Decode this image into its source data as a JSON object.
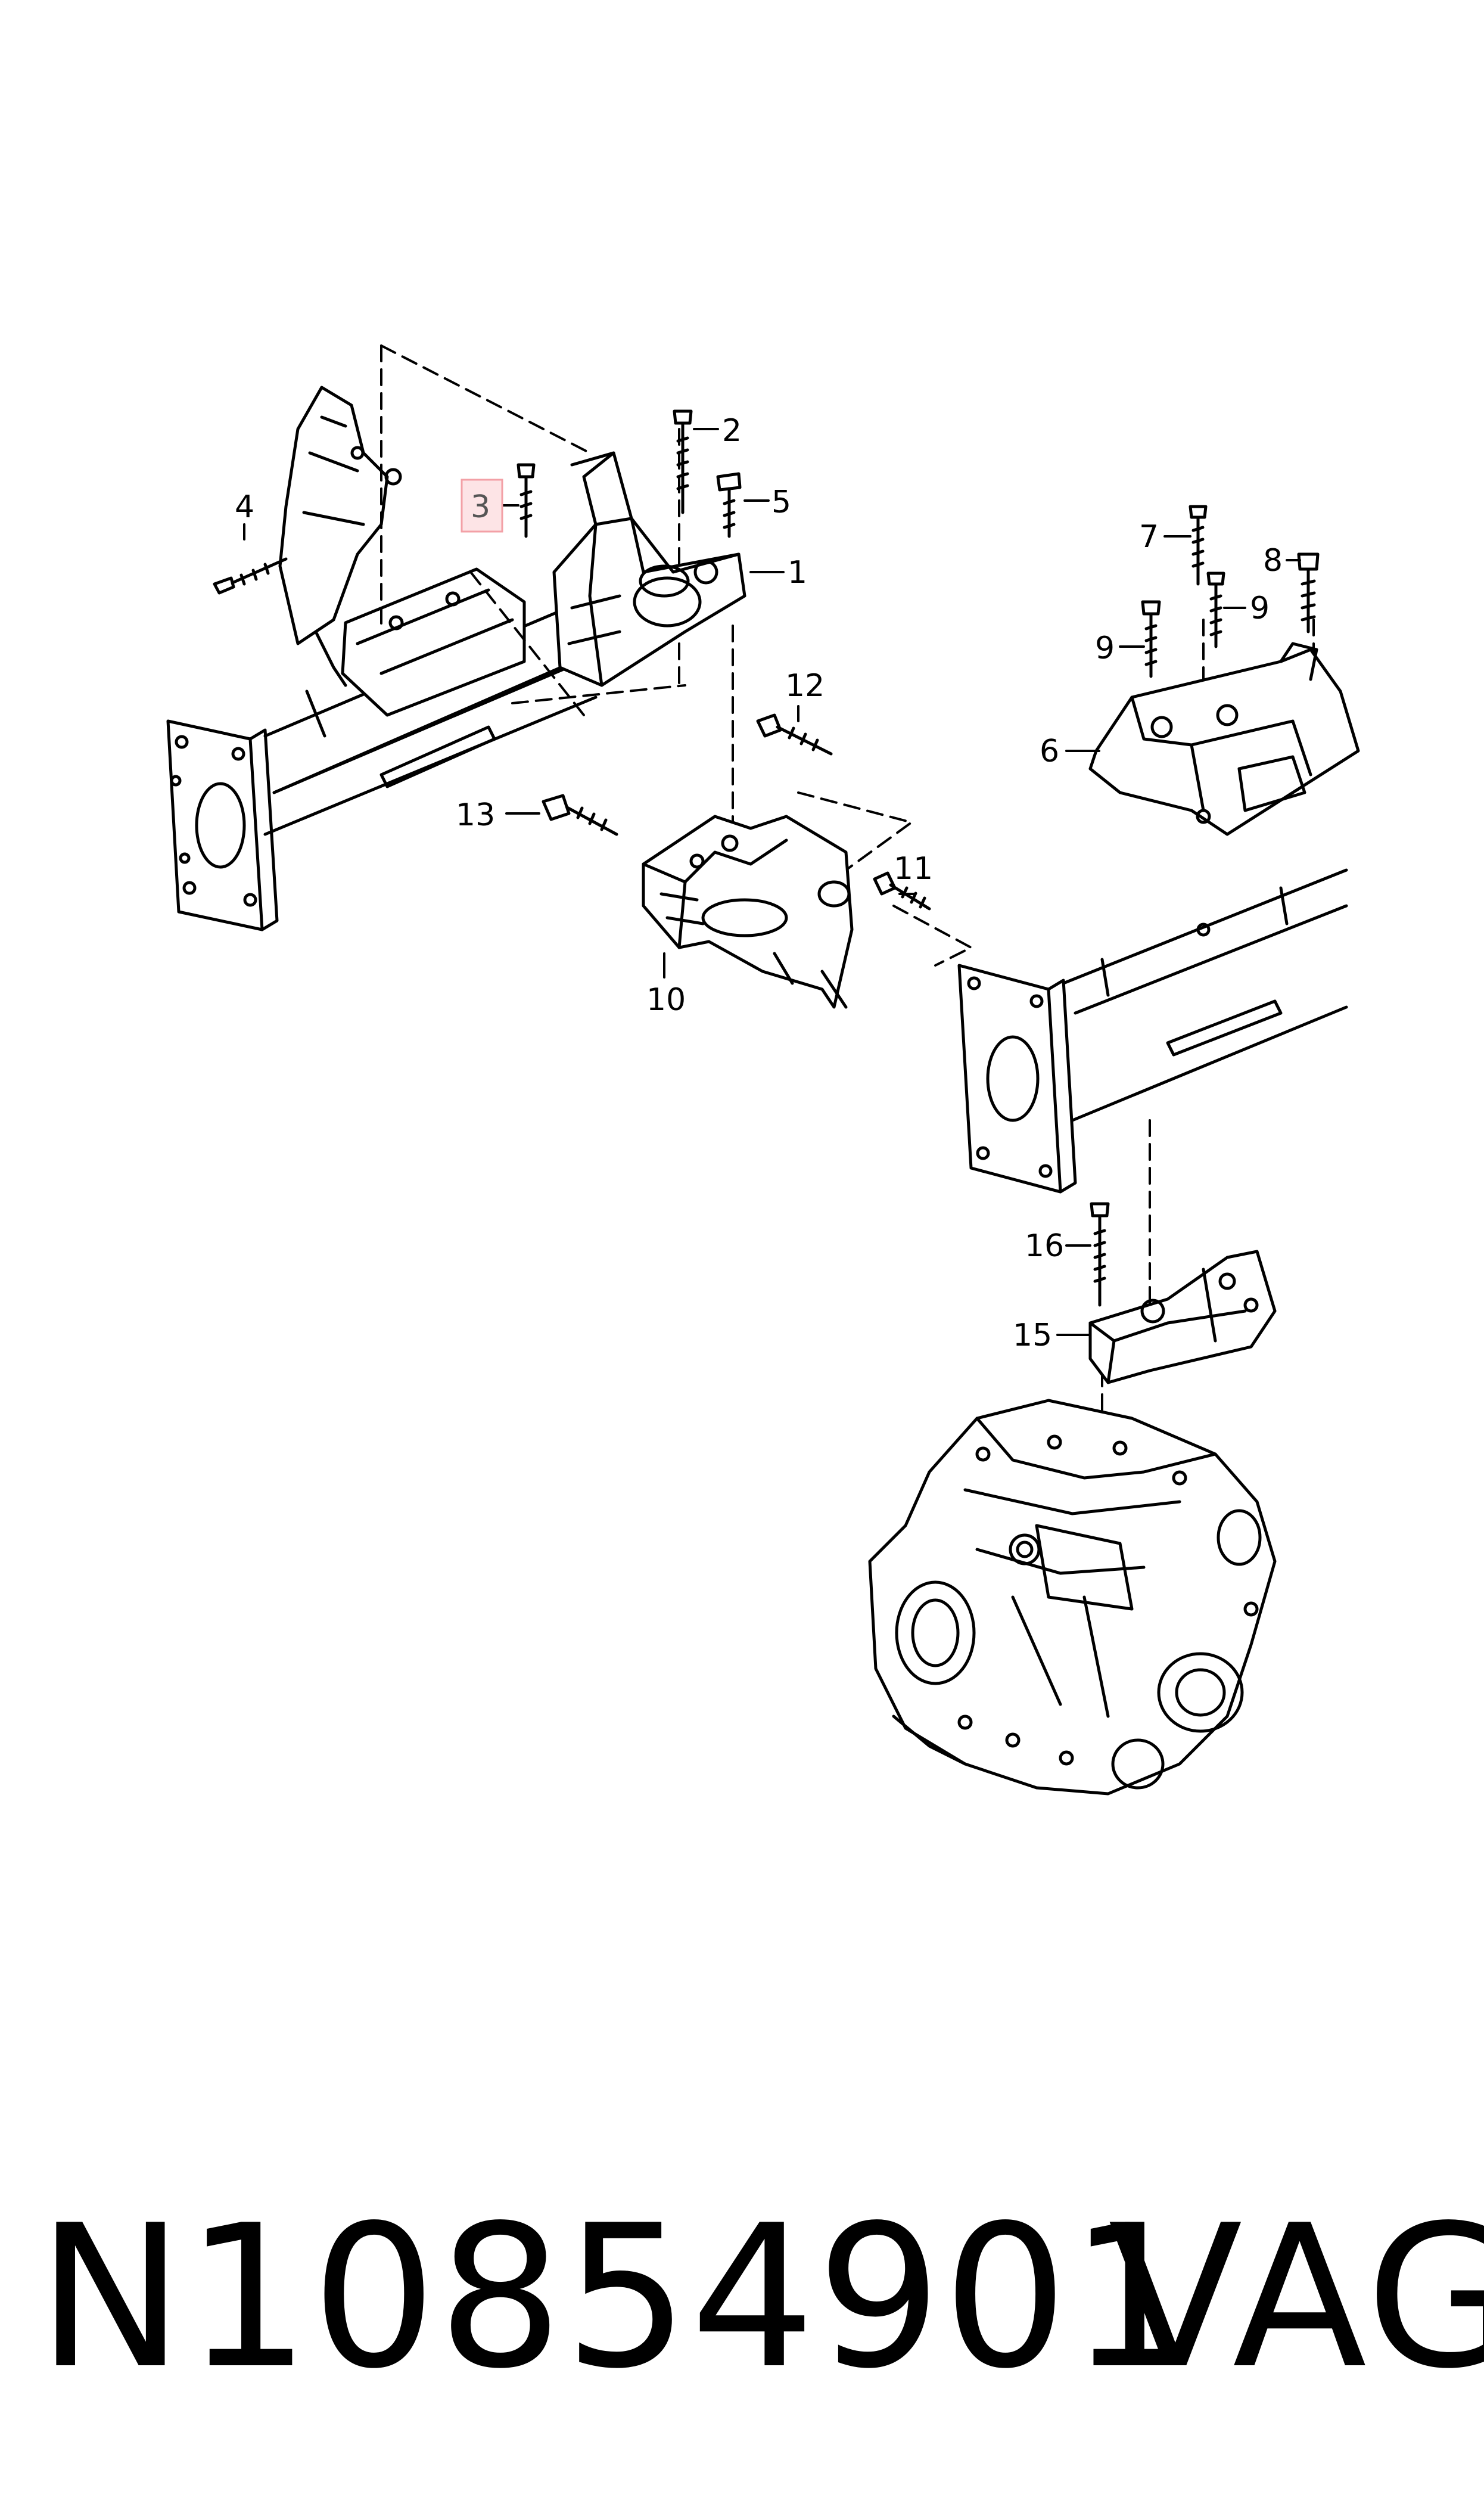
{
  "diagram": {
    "callouts": [
      {
        "id": "1",
        "label": "1"
      },
      {
        "id": "2",
        "label": "2"
      },
      {
        "id": "3",
        "label": "3",
        "highlighted": true
      },
      {
        "id": "4",
        "label": "4"
      },
      {
        "id": "5",
        "label": "5"
      },
      {
        "id": "6",
        "label": "6"
      },
      {
        "id": "7",
        "label": "7"
      },
      {
        "id": "8",
        "label": "8"
      },
      {
        "id": "9a",
        "label": "9"
      },
      {
        "id": "9b",
        "label": "9"
      },
      {
        "id": "10",
        "label": "10"
      },
      {
        "id": "11",
        "label": "11"
      },
      {
        "id": "12",
        "label": "12"
      },
      {
        "id": "13",
        "label": "13"
      },
      {
        "id": "15",
        "label": "15"
      },
      {
        "id": "16",
        "label": "16"
      }
    ],
    "highlight_color": "#f3a0a6",
    "line_color": "#000000"
  },
  "footer": {
    "part_number": "N10854901",
    "brand": "VAG"
  }
}
